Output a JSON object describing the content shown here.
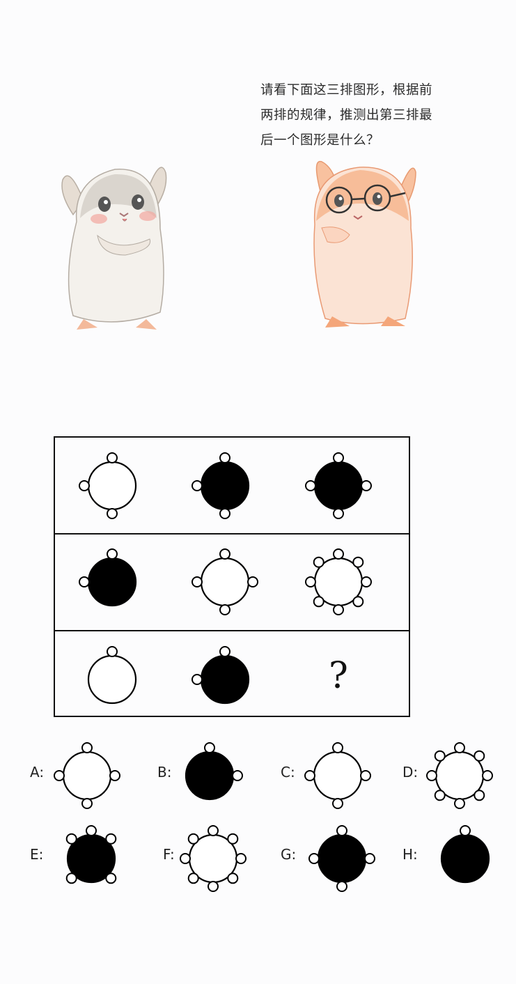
{
  "question": {
    "lines": [
      "请看下面这三排图形，根据前",
      "两排的规律，推测出第三排最",
      "后一个图形是什么？"
    ]
  },
  "grid": {
    "rows": [
      [
        {
          "fill": "white",
          "dots": [
            0,
            180,
            270
          ]
        },
        {
          "fill": "black",
          "dots": [
            0,
            180,
            270
          ]
        },
        {
          "fill": "black",
          "dots": [
            0,
            90,
            270,
            180
          ]
        }
      ],
      [
        {
          "fill": "black",
          "dots": [
            0,
            270
          ]
        },
        {
          "fill": "white",
          "dots": [
            0,
            90,
            180,
            270
          ]
        },
        {
          "fill": "white",
          "dots": [
            0,
            45,
            90,
            135,
            180,
            225,
            270,
            315
          ]
        }
      ]
    ],
    "row3": [
      {
        "fill": "white",
        "dots": [
          0
        ]
      },
      {
        "fill": "black",
        "dots": [
          0,
          270
        ]
      }
    ],
    "unknown_symbol": "?"
  },
  "options": [
    {
      "label": "A:",
      "fill": "white",
      "dots": [
        0,
        90,
        180,
        270
      ]
    },
    {
      "label": "B:",
      "fill": "black",
      "dots": [
        0,
        90
      ]
    },
    {
      "label": "C:",
      "fill": "white",
      "dots": [
        0,
        90,
        180,
        270
      ]
    },
    {
      "label": "D:",
      "fill": "white",
      "dots": [
        0,
        45,
        90,
        135,
        180,
        225,
        270,
        315
      ]
    },
    {
      "label": "E:",
      "fill": "black",
      "dots": [
        0,
        45,
        135,
        225,
        315
      ]
    },
    {
      "label": "F:",
      "fill": "white",
      "dots": [
        0,
        45,
        90,
        135,
        180,
        225,
        270,
        315
      ]
    },
    {
      "label": "G:",
      "fill": "black",
      "dots": [
        0,
        90,
        180,
        270
      ]
    },
    {
      "label": "H:",
      "fill": "black",
      "dots": [
        0
      ]
    }
  ],
  "colors": {
    "ink": "#111111",
    "gray_hamster": "#d9d4cf",
    "orange_hamster": "#f4b18a",
    "blush": "#f2a7a0"
  }
}
